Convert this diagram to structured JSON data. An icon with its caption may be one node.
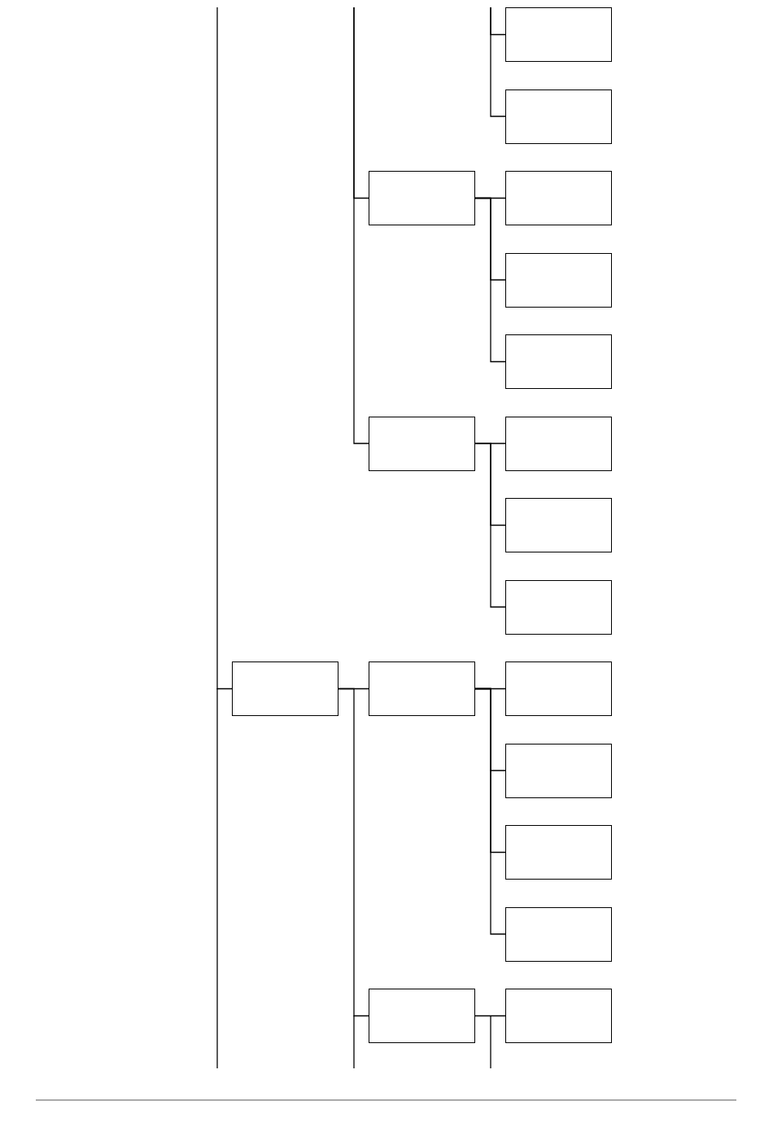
{
  "diagram": {
    "nodes": [
      {
        "text": [],
        "shape": "box"
      },
      {
        "text": [],
        "shape": "box"
      },
      {
        "text": [],
        "shape": "box"
      },
      {
        "text": [],
        "shape": "box"
      },
      {
        "text": [],
        "shape": "box"
      },
      {
        "text": [],
        "shape": "box"
      },
      {
        "text": [],
        "shape": "box"
      },
      {
        "text": [],
        "shape": "box"
      },
      {
        "text": [],
        "shape": "box"
      },
      {
        "text": [],
        "shape": "box"
      },
      {
        "text": [],
        "shape": "box"
      },
      {
        "text": [],
        "shape": "box"
      },
      {
        "text": [],
        "shape": "box"
      },
      {
        "text": [],
        "shape": "box"
      },
      {
        "text": [],
        "shape": "box"
      },
      {
        "text": [],
        "shape": "box"
      },
      {
        "text": [],
        "shape": "box"
      },
      {
        "text": [],
        "shape": "box"
      }
    ],
    "edges": [
      {
        "from": null,
        "to": 10,
        "arrow": "none"
      },
      {
        "from": null,
        "to": 2,
        "arrow": "none"
      },
      {
        "from": null,
        "to": 6,
        "arrow": "none"
      },
      {
        "from": 10,
        "to": 11,
        "arrow": "none"
      },
      {
        "from": 10,
        "to": 16,
        "arrow": "none"
      },
      {
        "from": null,
        "to": 0,
        "arrow": "none"
      },
      {
        "from": null,
        "to": 1,
        "arrow": "none"
      },
      {
        "from": 2,
        "to": 3,
        "arrow": "none"
      },
      {
        "from": 2,
        "to": 4,
        "arrow": "none"
      },
      {
        "from": 2,
        "to": 5,
        "arrow": "none"
      },
      {
        "from": 6,
        "to": 7,
        "arrow": "none"
      },
      {
        "from": 6,
        "to": 8,
        "arrow": "none"
      },
      {
        "from": 6,
        "to": 9,
        "arrow": "none"
      },
      {
        "from": 11,
        "to": 12,
        "arrow": "none"
      },
      {
        "from": 11,
        "to": 13,
        "arrow": "none"
      },
      {
        "from": 11,
        "to": 14,
        "arrow": "none"
      },
      {
        "from": 11,
        "to": 15,
        "arrow": "none"
      },
      {
        "from": 16,
        "to": 17,
        "arrow": "none"
      }
    ]
  }
}
